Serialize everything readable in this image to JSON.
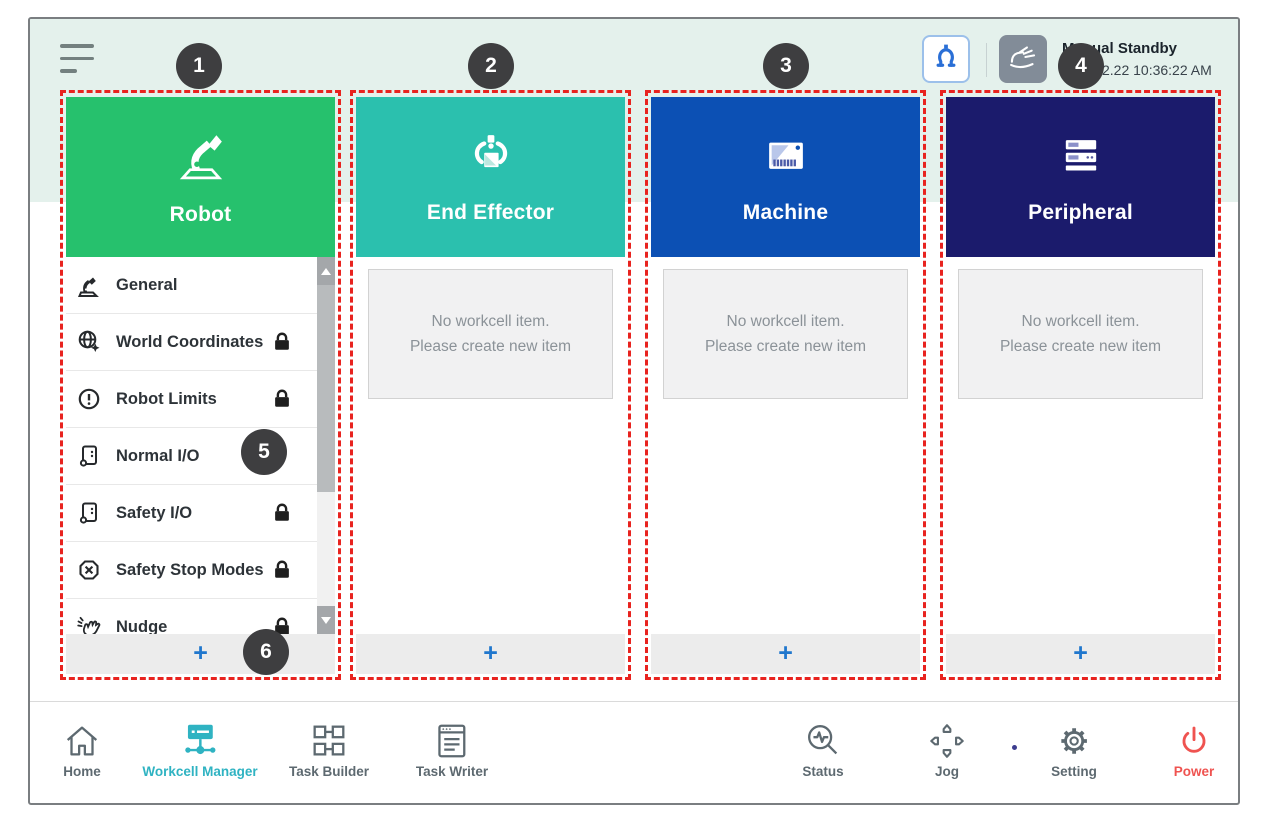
{
  "header": {
    "menu_icon": "hamburger-menu-icon",
    "robot_mode_icon": "robot-gripper-icon",
    "manual_mode_icon": "hand-gesture-icon",
    "status_title": "Manual Standby",
    "status_datetime": "2.22 10:36:22 AM"
  },
  "callouts": [
    "1",
    "2",
    "3",
    "4",
    "5",
    "6"
  ],
  "columns": [
    {
      "title": "Robot",
      "header_color": "#26c16d",
      "icon": "robot-arm-icon",
      "items": [
        {
          "label": "General",
          "icon": "robot-general-icon",
          "locked": false
        },
        {
          "label": "World Coordinates",
          "icon": "world-coordinates-icon",
          "locked": true
        },
        {
          "label": "Robot Limits",
          "icon": "robot-limits-icon",
          "locked": true
        },
        {
          "label": "Normal I/O",
          "icon": "io-icon",
          "locked": false
        },
        {
          "label": "Safety I/O",
          "icon": "io-icon",
          "locked": true
        },
        {
          "label": "Safety Stop Modes",
          "icon": "safety-stop-icon",
          "locked": true
        },
        {
          "label": "Nudge",
          "icon": "nudge-icon",
          "locked": true
        }
      ],
      "add_label": "+"
    },
    {
      "title": "End Effector",
      "header_color": "#2bc0ae",
      "icon": "gripper-icon",
      "empty_line1": "No workcell item.",
      "empty_line2": "Please create new item",
      "add_label": "+"
    },
    {
      "title": "Machine",
      "header_color": "#0c50b4",
      "icon": "machine-icon",
      "empty_line1": "No workcell item.",
      "empty_line2": "Please create new item",
      "add_label": "+"
    },
    {
      "title": "Peripheral",
      "header_color": "#1b1b6c",
      "icon": "peripheral-icon",
      "empty_line1": "No workcell item.",
      "empty_line2": "Please create new item",
      "add_label": "+"
    }
  ],
  "nav": {
    "items": [
      {
        "label": "Home",
        "icon": "home-icon",
        "active": false
      },
      {
        "label": "Workcell Manager",
        "icon": "workcell-manager-icon",
        "active": true
      },
      {
        "label": "Task Builder",
        "icon": "task-builder-icon",
        "active": false
      },
      {
        "label": "Task Writer",
        "icon": "task-writer-icon",
        "active": false
      },
      {
        "label": "Status",
        "icon": "status-icon",
        "active": false
      },
      {
        "label": "Jog",
        "icon": "jog-icon",
        "active": false
      },
      {
        "label": "Setting",
        "icon": "setting-icon",
        "active": false
      },
      {
        "label": "Power",
        "icon": "power-icon",
        "active": false
      }
    ]
  },
  "colors": {
    "accent_active": "#2fb3c2",
    "power_red": "#ef5350",
    "callout_red": "#e8231f",
    "add_blue": "#2077cd",
    "top_strip": "#e4f1ec",
    "callout_badge": "#3e3e40"
  }
}
